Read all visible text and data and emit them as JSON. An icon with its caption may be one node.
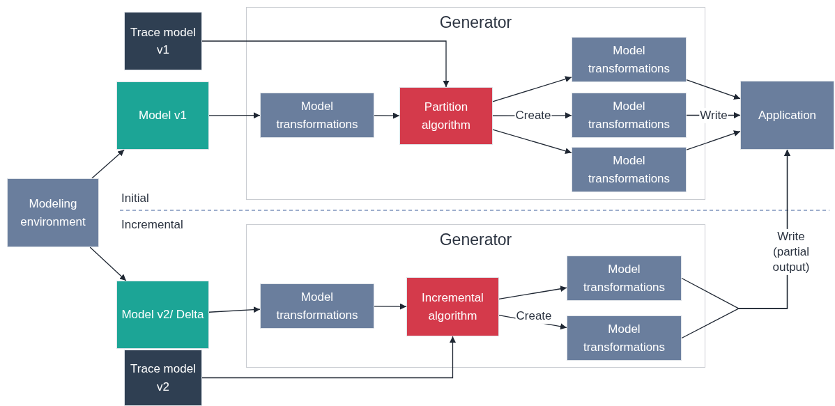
{
  "diagram": {
    "nodes": [
      {
        "text": [
          "Generator"
        ]
      },
      {
        "text": [
          "Generator"
        ]
      },
      {
        "text": [
          "Trace model v1"
        ]
      },
      {
        "text": [
          "Model v1"
        ]
      },
      {
        "text": [
          "Modeling environment"
        ]
      },
      {
        "text": [
          "Model transformations"
        ],
        "in": 0
      },
      {
        "text": [
          "Partition algorithm"
        ],
        "in": 0
      },
      {
        "text": [
          "Model transformations"
        ],
        "in": 0
      },
      {
        "text": [
          "Model transformations"
        ],
        "in": 0
      },
      {
        "text": [
          "Model transformations"
        ],
        "in": 0
      },
      {
        "text": [
          "Application"
        ]
      },
      {
        "text": [
          "Model v2/ Delta"
        ]
      },
      {
        "text": [
          "Model transformations"
        ],
        "in": 1
      },
      {
        "text": [
          "Incremental algorithm"
        ],
        "in": 1
      },
      {
        "text": [
          "Model transformations"
        ],
        "in": 1
      },
      {
        "text": [
          "Model transformations"
        ],
        "in": 1
      },
      {
        "text": [
          "Trace model v2"
        ]
      }
    ],
    "edges": [
      {
        "from": 4,
        "to": 3,
        "arrow": "to"
      },
      {
        "from": 4,
        "to": 11,
        "arrow": "to"
      },
      {
        "from": 2,
        "to": 6,
        "arrow": "to"
      },
      {
        "from": 3,
        "to": 5,
        "arrow": "to"
      },
      {
        "from": 5,
        "to": 6,
        "arrow": "to"
      },
      {
        "from": 6,
        "to": 7,
        "arrow": "to"
      },
      {
        "from": 6,
        "to": 8,
        "arrow": "to",
        "label": "Create"
      },
      {
        "from": 6,
        "to": 9,
        "arrow": "to"
      },
      {
        "from": 7,
        "to": 10,
        "arrow": "to"
      },
      {
        "from": 8,
        "to": 10,
        "arrow": "to",
        "label": "Write"
      },
      {
        "from": 9,
        "to": 10,
        "arrow": "to"
      },
      {
        "from": 11,
        "to": 12,
        "arrow": "to"
      },
      {
        "from": 12,
        "to": 13,
        "arrow": "to"
      },
      {
        "from": 13,
        "to": 14,
        "arrow": "to"
      },
      {
        "from": 13,
        "to": 15,
        "arrow": "to",
        "label": "Create"
      },
      {
        "from": 14,
        "to": 10,
        "arrow": "to",
        "label": "Write (partial output)"
      },
      {
        "from": 15,
        "to": 10,
        "arrow": "to"
      },
      {
        "from": 16,
        "to": 13,
        "arrow": "to"
      }
    ],
    "labels": [
      "Initial",
      "Incremental"
    ]
  }
}
